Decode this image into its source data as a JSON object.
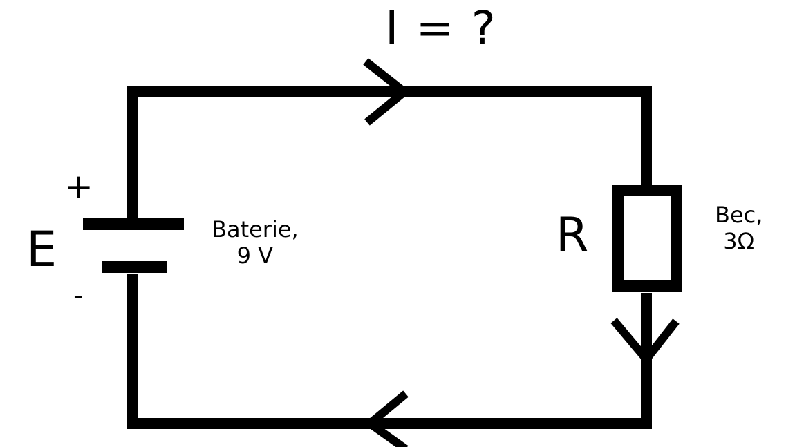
{
  "diagram": {
    "current_label": "I = ?",
    "source_symbol": "E",
    "plus_sign": "+",
    "minus_sign": "-",
    "battery": {
      "name": "Baterie,",
      "value": "9 V"
    },
    "resistor_symbol": "R",
    "bulb": {
      "name": "Bec,",
      "value": "3Ω"
    },
    "stroke_color": "#000000",
    "background_color": "#ffffff"
  }
}
